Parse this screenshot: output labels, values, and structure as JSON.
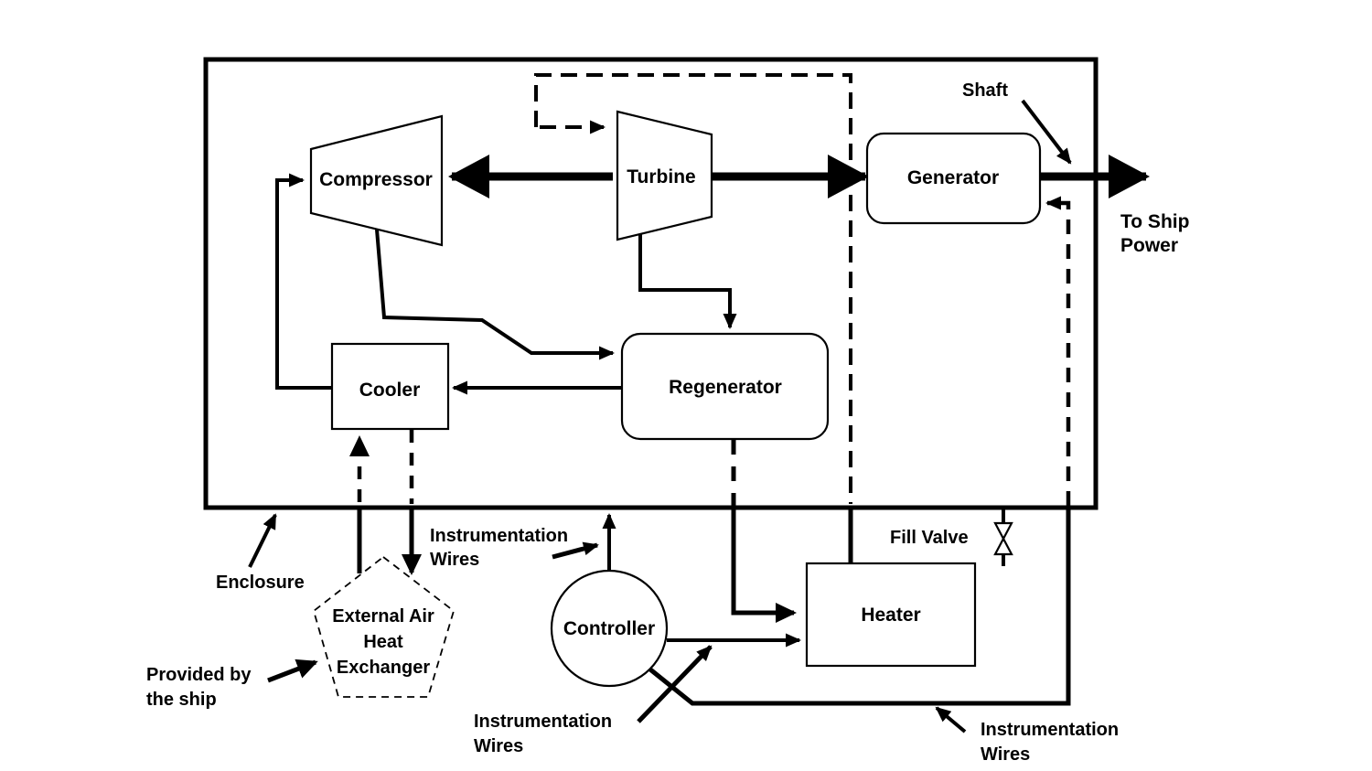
{
  "blocks": {
    "compressor": {
      "label": "Compressor"
    },
    "turbine": {
      "label": "Turbine"
    },
    "generator": {
      "label": "Generator"
    },
    "regenerator": {
      "label": "Regenerator"
    },
    "cooler": {
      "label": "Cooler"
    },
    "heater": {
      "label": "Heater"
    },
    "controller": {
      "label": "Controller"
    },
    "external_air_heat_exchanger": {
      "line1": "External Air",
      "line2": "Heat",
      "line3": "Exchanger"
    }
  },
  "labels": {
    "shaft": "Shaft",
    "to_ship_power": {
      "line1": "To Ship",
      "line2": "Power"
    },
    "enclosure": "Enclosure",
    "fill_valve": "Fill Valve",
    "provided_by_the_ship": {
      "line1": "Provided by",
      "line2": "the ship"
    },
    "instrumentation_wires": {
      "line1": "Instrumentation",
      "line2": "Wires"
    }
  },
  "colors": {
    "ink": "#000000",
    "background": "#ffffff"
  }
}
